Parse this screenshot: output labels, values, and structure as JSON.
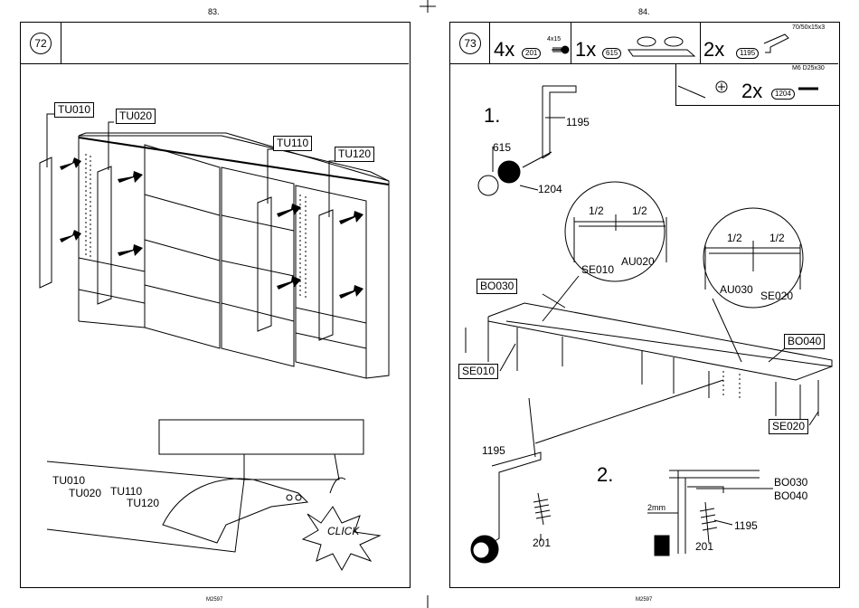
{
  "left_page": {
    "page_number": "83.",
    "step_number": "72",
    "parts": [
      "TU010",
      "TU020",
      "TU110",
      "TU120"
    ],
    "detail_labels": [
      "TU010",
      "TU020",
      "TU110",
      "TU120"
    ],
    "click_text": "CLICK",
    "footer": "M2597"
  },
  "right_page": {
    "page_number": "84.",
    "step_number": "73",
    "hardware": [
      {
        "qty": "4x",
        "code": "201",
        "size": "4x15"
      },
      {
        "qty": "1x",
        "code": "615",
        "size": ""
      },
      {
        "qty": "2x",
        "code": "1195",
        "size": "70/50x15x3"
      },
      {
        "qty": "2x",
        "code": "1204",
        "size": "M6 D25x30"
      }
    ],
    "step1": {
      "number": "1.",
      "labels": [
        "615",
        "1195",
        "1204"
      ]
    },
    "detail_a": {
      "half_left": "1/2",
      "half_right": "1/2",
      "label_a": "SE010",
      "label_b": "AU020"
    },
    "detail_b": {
      "half_left": "1/2",
      "half_right": "1/2",
      "label_a": "AU030",
      "label_b": "SE020"
    },
    "main_labels": {
      "bo030": "BO030",
      "bo040": "BO040",
      "se010": "SE010",
      "se020": "SE020"
    },
    "step2": {
      "number": "2.",
      "left_labels": [
        "1195",
        "201"
      ],
      "right_labels": [
        "BO030",
        "BO040",
        "1195",
        "201"
      ],
      "gap": "2mm"
    },
    "footer": "M2597"
  }
}
